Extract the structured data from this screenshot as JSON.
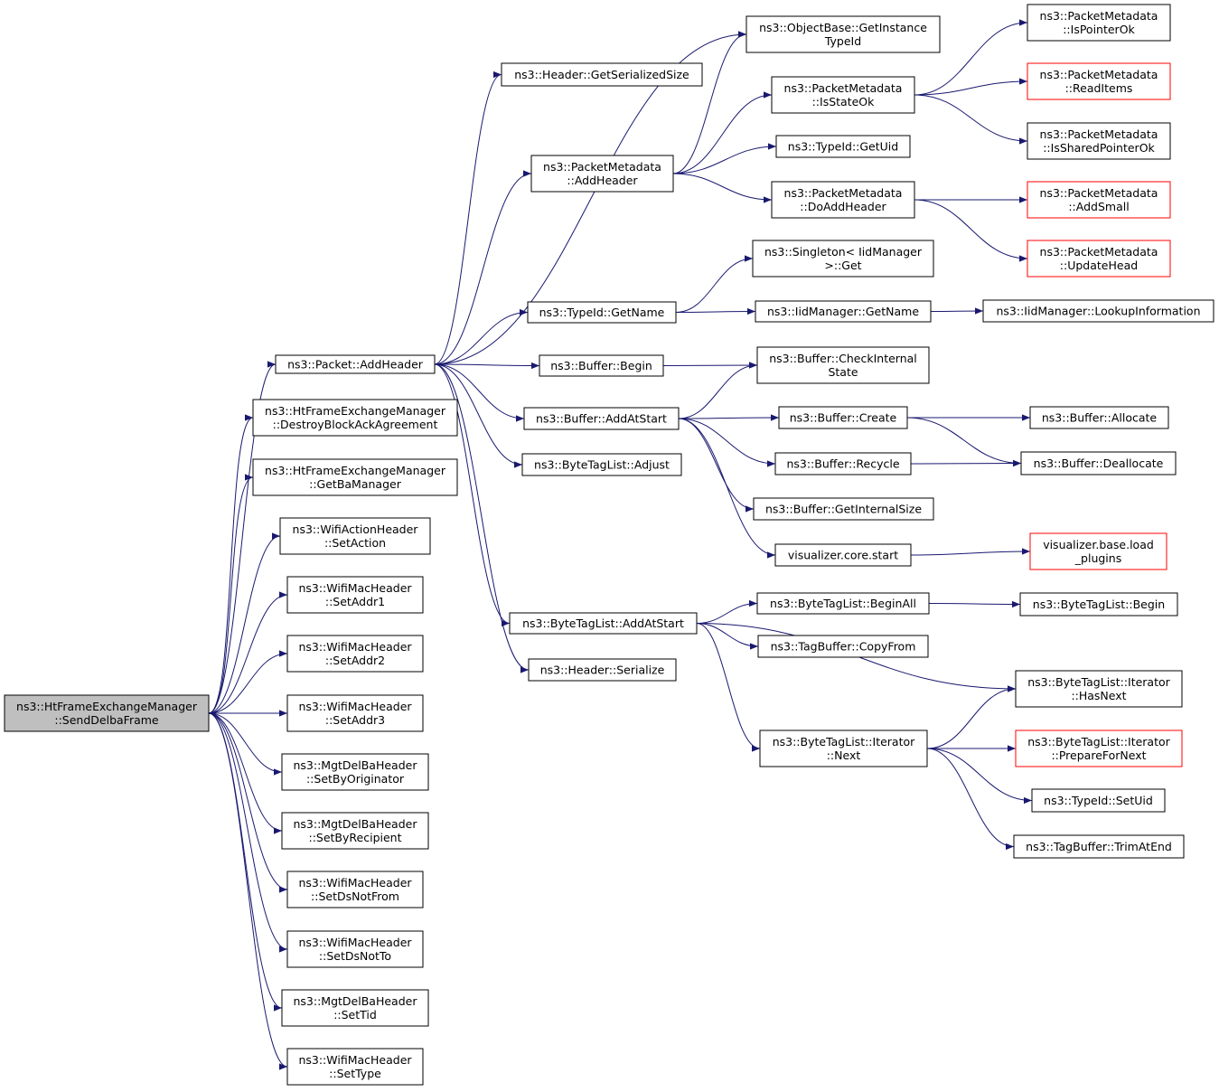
{
  "graph": {
    "colors": {
      "edge": "#191970",
      "node_border": "#000000",
      "node_border_truncated": "#ff0000",
      "root_fill": "#bfbfbf",
      "node_fill": "#ffffff"
    },
    "nodes": [
      {
        "id": "root",
        "lines": [
          "ns3::HtFrameExchangeManager",
          "::SendDelbaFrame"
        ],
        "root": true
      },
      {
        "id": "packet_addheader",
        "lines": [
          "ns3::Packet::AddHeader"
        ]
      },
      {
        "id": "destroyblockack",
        "lines": [
          "ns3::HtFrameExchangeManager",
          "::DestroyBlockAckAgreement"
        ]
      },
      {
        "id": "getbamanager",
        "lines": [
          "ns3::HtFrameExchangeManager",
          "::GetBaManager"
        ]
      },
      {
        "id": "setaction",
        "lines": [
          "ns3::WifiActionHeader",
          "::SetAction"
        ]
      },
      {
        "id": "setaddr1",
        "lines": [
          "ns3::WifiMacHeader",
          "::SetAddr1"
        ]
      },
      {
        "id": "setaddr2",
        "lines": [
          "ns3::WifiMacHeader",
          "::SetAddr2"
        ]
      },
      {
        "id": "setaddr3",
        "lines": [
          "ns3::WifiMacHeader",
          "::SetAddr3"
        ]
      },
      {
        "id": "setbyoriginator",
        "lines": [
          "ns3::MgtDelBaHeader",
          "::SetByOriginator"
        ]
      },
      {
        "id": "setbyrecipient",
        "lines": [
          "ns3::MgtDelBaHeader",
          "::SetByRecipient"
        ]
      },
      {
        "id": "setdsnotfrom",
        "lines": [
          "ns3::WifiMacHeader",
          "::SetDsNotFrom"
        ]
      },
      {
        "id": "setdsnotto",
        "lines": [
          "ns3::WifiMacHeader",
          "::SetDsNotTo"
        ]
      },
      {
        "id": "settid",
        "lines": [
          "ns3::MgtDelBaHeader",
          "::SetTid"
        ]
      },
      {
        "id": "settype",
        "lines": [
          "ns3::WifiMacHeader",
          "::SetType"
        ]
      },
      {
        "id": "header_getserializedsize",
        "lines": [
          "ns3::Header::GetSerializedSize"
        ]
      },
      {
        "id": "pm_addheader",
        "lines": [
          "ns3::PacketMetadata",
          "::AddHeader"
        ]
      },
      {
        "id": "typeid_getname",
        "lines": [
          "ns3::TypeId::GetName"
        ]
      },
      {
        "id": "buffer_begin",
        "lines": [
          "ns3::Buffer::Begin"
        ]
      },
      {
        "id": "buffer_addatstart",
        "lines": [
          "ns3::Buffer::AddAtStart"
        ]
      },
      {
        "id": "btl_adjust",
        "lines": [
          "ns3::ByteTagList::Adjust"
        ]
      },
      {
        "id": "btl_addatstart",
        "lines": [
          "ns3::ByteTagList::AddAtStart"
        ]
      },
      {
        "id": "header_serialize",
        "lines": [
          "ns3::Header::Serialize"
        ]
      },
      {
        "id": "objectbase_getinstancetypeid",
        "lines": [
          "ns3::ObjectBase::GetInstance",
          "TypeId"
        ]
      },
      {
        "id": "pm_isstateok",
        "lines": [
          "ns3::PacketMetadata",
          "::IsStateOk"
        ]
      },
      {
        "id": "typeid_getuid",
        "lines": [
          "ns3::TypeId::GetUid"
        ]
      },
      {
        "id": "pm_doaddheader",
        "lines": [
          "ns3::PacketMetadata",
          "::DoAddHeader"
        ]
      },
      {
        "id": "singleton_get",
        "lines": [
          "ns3::Singleton< IidManager",
          ">::Get"
        ]
      },
      {
        "id": "iidmanager_getname",
        "lines": [
          "ns3::IidManager::GetName"
        ]
      },
      {
        "id": "buffer_checkinternalstate",
        "lines": [
          "ns3::Buffer::CheckInternal",
          "State"
        ]
      },
      {
        "id": "buffer_create",
        "lines": [
          "ns3::Buffer::Create"
        ]
      },
      {
        "id": "buffer_recycle",
        "lines": [
          "ns3::Buffer::Recycle"
        ]
      },
      {
        "id": "buffer_getinternalsize",
        "lines": [
          "ns3::Buffer::GetInternalSize"
        ]
      },
      {
        "id": "visualizer_core_start",
        "lines": [
          "visualizer.core.start"
        ]
      },
      {
        "id": "btl_beginall",
        "lines": [
          "ns3::ByteTagList::BeginAll"
        ]
      },
      {
        "id": "tagbuffer_copyfrom",
        "lines": [
          "ns3::TagBuffer::CopyFrom"
        ]
      },
      {
        "id": "btl_iterator_next",
        "lines": [
          "ns3::ByteTagList::Iterator",
          "::Next"
        ]
      },
      {
        "id": "pm_ispointerok",
        "lines": [
          "ns3::PacketMetadata",
          "::IsPointerOk"
        ]
      },
      {
        "id": "pm_readitems",
        "lines": [
          "ns3::PacketMetadata",
          "::ReadItems"
        ],
        "truncated": true
      },
      {
        "id": "pm_issharedpointerok",
        "lines": [
          "ns3::PacketMetadata",
          "::IsSharedPointerOk"
        ]
      },
      {
        "id": "pm_addsmall",
        "lines": [
          "ns3::PacketMetadata",
          "::AddSmall"
        ],
        "truncated": true
      },
      {
        "id": "pm_updatehead",
        "lines": [
          "ns3::PacketMetadata",
          "::UpdateHead"
        ],
        "truncated": true
      },
      {
        "id": "iidmanager_lookupinformation",
        "lines": [
          "ns3::IidManager::LookupInformation"
        ]
      },
      {
        "id": "buffer_allocate",
        "lines": [
          "ns3::Buffer::Allocate"
        ]
      },
      {
        "id": "buffer_deallocate",
        "lines": [
          "ns3::Buffer::Deallocate"
        ]
      },
      {
        "id": "visualizer_base_load_plugins",
        "lines": [
          "visualizer.base.load",
          "_plugins"
        ],
        "truncated": true
      },
      {
        "id": "btl_begin",
        "lines": [
          "ns3::ByteTagList::Begin"
        ]
      },
      {
        "id": "btl_iterator_hasnext",
        "lines": [
          "ns3::ByteTagList::Iterator",
          "::HasNext"
        ]
      },
      {
        "id": "btl_iterator_preparefornext",
        "lines": [
          "ns3::ByteTagList::Iterator",
          "::PrepareForNext"
        ],
        "truncated": true
      },
      {
        "id": "typeid_setuid",
        "lines": [
          "ns3::TypeId::SetUid"
        ]
      },
      {
        "id": "tagbuffer_trimatend",
        "lines": [
          "ns3::TagBuffer::TrimAtEnd"
        ]
      }
    ],
    "edges": [
      [
        "root",
        "packet_addheader"
      ],
      [
        "root",
        "destroyblockack"
      ],
      [
        "root",
        "getbamanager"
      ],
      [
        "root",
        "setaction"
      ],
      [
        "root",
        "setaddr1"
      ],
      [
        "root",
        "setaddr2"
      ],
      [
        "root",
        "setaddr3"
      ],
      [
        "root",
        "setbyoriginator"
      ],
      [
        "root",
        "setbyrecipient"
      ],
      [
        "root",
        "setdsnotfrom"
      ],
      [
        "root",
        "setdsnotto"
      ],
      [
        "root",
        "settid"
      ],
      [
        "root",
        "settype"
      ],
      [
        "packet_addheader",
        "header_getserializedsize"
      ],
      [
        "packet_addheader",
        "objectbase_getinstancetypeid"
      ],
      [
        "packet_addheader",
        "pm_addheader"
      ],
      [
        "packet_addheader",
        "typeid_getname"
      ],
      [
        "packet_addheader",
        "buffer_begin"
      ],
      [
        "packet_addheader",
        "buffer_addatstart"
      ],
      [
        "packet_addheader",
        "btl_adjust"
      ],
      [
        "packet_addheader",
        "btl_addatstart"
      ],
      [
        "packet_addheader",
        "header_serialize"
      ],
      [
        "pm_addheader",
        "objectbase_getinstancetypeid"
      ],
      [
        "pm_addheader",
        "pm_isstateok"
      ],
      [
        "pm_addheader",
        "typeid_getuid"
      ],
      [
        "pm_addheader",
        "pm_doaddheader"
      ],
      [
        "pm_isstateok",
        "pm_ispointerok"
      ],
      [
        "pm_isstateok",
        "pm_readitems"
      ],
      [
        "pm_isstateok",
        "pm_issharedpointerok"
      ],
      [
        "pm_doaddheader",
        "pm_addsmall"
      ],
      [
        "pm_doaddheader",
        "pm_updatehead"
      ],
      [
        "typeid_getname",
        "singleton_get"
      ],
      [
        "typeid_getname",
        "iidmanager_getname"
      ],
      [
        "iidmanager_getname",
        "iidmanager_lookupinformation"
      ],
      [
        "buffer_begin",
        "buffer_checkinternalstate"
      ],
      [
        "buffer_addatstart",
        "buffer_checkinternalstate"
      ],
      [
        "buffer_addatstart",
        "buffer_create"
      ],
      [
        "buffer_addatstart",
        "buffer_recycle"
      ],
      [
        "buffer_addatstart",
        "buffer_getinternalsize"
      ],
      [
        "buffer_addatstart",
        "visualizer_core_start"
      ],
      [
        "buffer_create",
        "buffer_allocate"
      ],
      [
        "buffer_create",
        "buffer_deallocate"
      ],
      [
        "buffer_recycle",
        "buffer_deallocate"
      ],
      [
        "visualizer_core_start",
        "visualizer_base_load_plugins"
      ],
      [
        "btl_addatstart",
        "btl_beginall"
      ],
      [
        "btl_addatstart",
        "tagbuffer_copyfrom"
      ],
      [
        "btl_addatstart",
        "btl_iterator_hasnext"
      ],
      [
        "btl_addatstart",
        "btl_iterator_next"
      ],
      [
        "btl_beginall",
        "btl_begin"
      ],
      [
        "btl_iterator_next",
        "btl_iterator_hasnext"
      ],
      [
        "btl_iterator_next",
        "btl_iterator_preparefornext"
      ],
      [
        "btl_iterator_next",
        "typeid_setuid"
      ],
      [
        "btl_iterator_next",
        "tagbuffer_trimatend"
      ]
    ]
  }
}
